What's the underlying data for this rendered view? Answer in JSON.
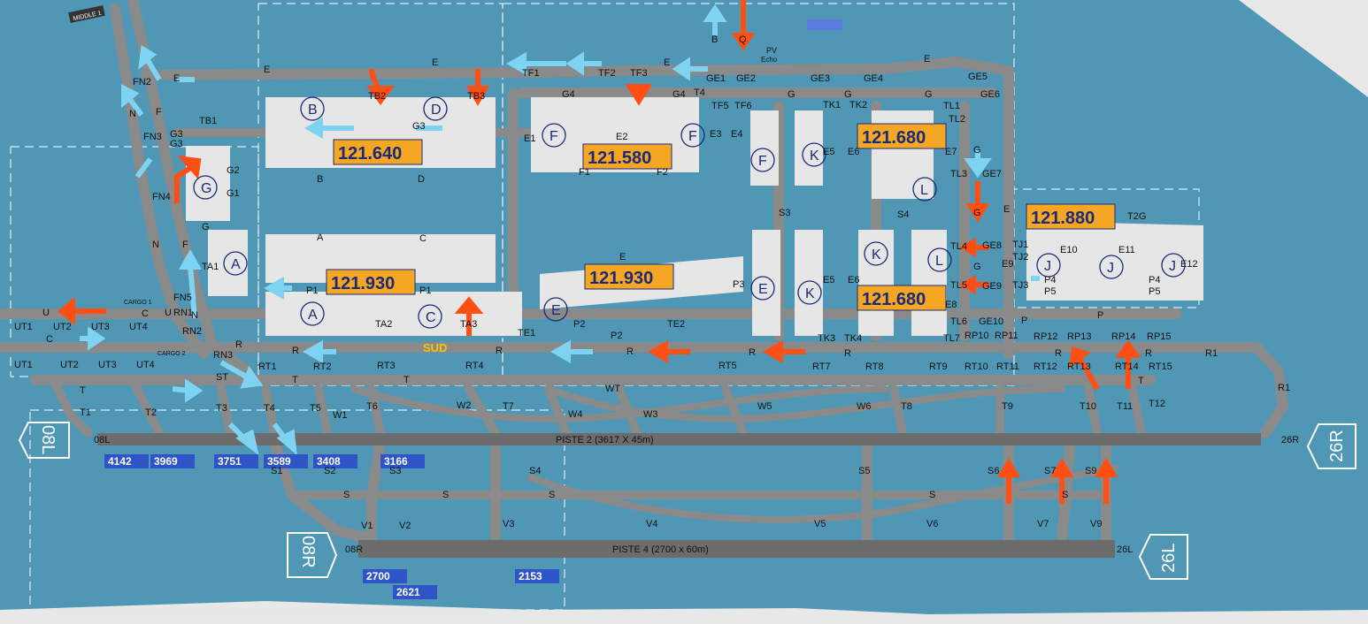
{
  "colors": {
    "water": "#4f97b5",
    "taxiway": "#8a8a8a",
    "runway": "#6c6c6c",
    "apron": "#e6e6e6",
    "arrow_in": "#ff4f12",
    "arrow_out": "#7fd3f2",
    "freq_box": "#f5a623",
    "dist_box": "#2f54c7"
  },
  "runways": {
    "piste2": {
      "label": "PISTE 2 (3617 X 45m)",
      "end_w": "08L",
      "end_e": "26R",
      "sign_w": "08L",
      "sign_e": "26R"
    },
    "piste4": {
      "label": "PISTE 4 (2700 x 60m)",
      "end_w": "08R",
      "end_e": "26L",
      "sign_w": "08R",
      "sign_e": "26L"
    }
  },
  "declared_distances": [
    "4142",
    "3969",
    "3751",
    "3589",
    "3408",
    "3166",
    "2700",
    "2621",
    "2153"
  ],
  "frequencies": [
    "121.640",
    "121.580",
    "121.680",
    "121.880",
    "121.930",
    "121.930",
    "121.680"
  ],
  "terminals": [
    "A",
    "A",
    "B",
    "C",
    "D",
    "E",
    "E",
    "F",
    "F",
    "F",
    "G",
    "J",
    "J",
    "J",
    "K",
    "K",
    "K",
    "L",
    "L"
  ],
  "apron_labels": {
    "sud": "SUD",
    "cargo1": "CARGO 1",
    "cargo2": "CARGO 2",
    "middle": "MIDDLE 1",
    "pv": "PV",
    "echo": "Echo"
  },
  "taxiway_labels": [
    "E",
    "FN2",
    "N",
    "F",
    "TB1",
    "FN3",
    "G3",
    "G3",
    "G2",
    "G1",
    "G",
    "FN4",
    "N",
    "F",
    "TA1",
    "FN5",
    "RN1",
    "U",
    "C",
    "N",
    "RN2",
    "RN3",
    "R",
    "UT1",
    "UT2",
    "UT3",
    "UT4",
    "UT1",
    "UT2",
    "UT3",
    "UT4",
    "U",
    "C",
    "T",
    "T1",
    "T2",
    "T3",
    "T4",
    "ST",
    "T5",
    "W1",
    "T6",
    "W2",
    "T7",
    "RT1",
    "RT2",
    "RT3",
    "RT4",
    "R",
    "R",
    "S1",
    "S2",
    "S3",
    "S4",
    "S",
    "S",
    "S",
    "V1",
    "V2",
    "V3",
    "V4",
    "V5",
    "V6",
    "V7",
    "V9",
    "B",
    "Q",
    "E",
    "E",
    "E",
    "E",
    "TF1",
    "TF2",
    "TF3",
    "G4",
    "G4",
    "T4",
    "GE1",
    "GE2",
    "GE3",
    "GE4",
    "GE5",
    "GE6",
    "TB2",
    "TB3",
    "G3",
    "B",
    "D",
    "A",
    "C",
    "P1",
    "P1",
    "TA2",
    "TA3",
    "TE1",
    "P2",
    "P2",
    "TE2",
    "R",
    "E",
    "E1",
    "E2",
    "E3",
    "E4",
    "F1",
    "F2",
    "TF5",
    "TF6",
    "G",
    "G",
    "G",
    "TK1",
    "TK2",
    "TL1",
    "TL2",
    "E5",
    "E6",
    "E7",
    "G",
    "GE7",
    "TL3",
    "S3",
    "S4",
    "G",
    "GE8",
    "TL4",
    "TJ1",
    "E",
    "E9",
    "E10",
    "E11",
    "E12",
    "T2G",
    "P4",
    "P5",
    "P4",
    "P5",
    "TJ2",
    "TJ3",
    "G",
    "GE9",
    "TL5",
    "E5",
    "E6",
    "E8",
    "GE10",
    "TL6",
    "TL7",
    "P",
    "P",
    "RP10",
    "RP11",
    "RP12",
    "RP13",
    "RP14",
    "RP15",
    "TK3",
    "TK4",
    "P3",
    "RT5",
    "RT7",
    "RT8",
    "RT9",
    "RT10",
    "RT11",
    "RT12",
    "RT13",
    "RT14",
    "RT15",
    "R",
    "R",
    "R",
    "R",
    "R1",
    "R1",
    "WT",
    "T",
    "T",
    "T",
    "W3",
    "W4",
    "W5",
    "W6",
    "T8",
    "T9",
    "T10",
    "T11",
    "T12",
    "S5",
    "S",
    "S6",
    "S7",
    "S9",
    "S"
  ]
}
